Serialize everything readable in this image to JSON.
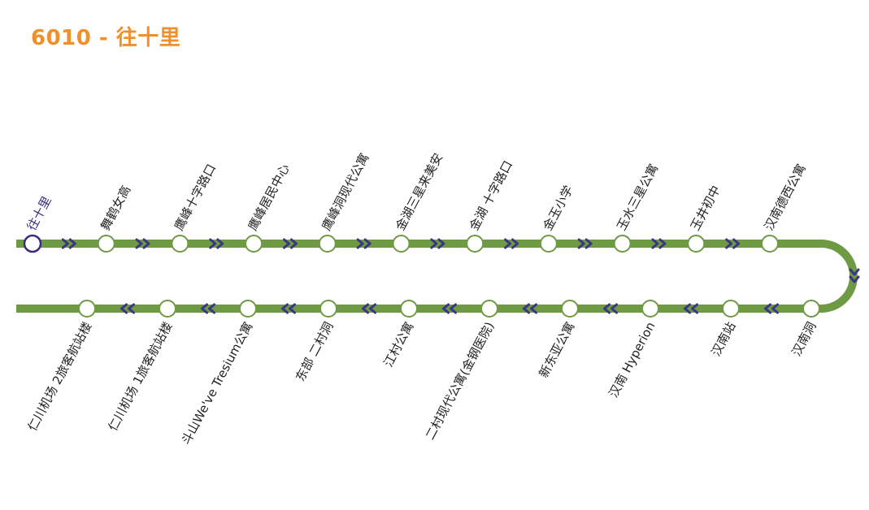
{
  "title": "6010 - 往十里",
  "colors": {
    "title": "#f0902c",
    "line": "#6e9a43",
    "arrow": "#3c3585",
    "current_stop": "#3a2a80",
    "stop_fill": "#ffffff"
  },
  "icons": {
    "direction_arrow": "double-chevron-icon",
    "stop": "circle-icon"
  },
  "current_stop": "往十里",
  "stops_outbound": [
    "往十里",
    "舞鹤女高",
    "鹰峰十字路口",
    "鹰峰居民中心",
    "鹰峰洞现代公寓",
    "金湖三星来美安",
    "金湖 十字路口",
    "金玉小学",
    "玉水三星公寓",
    "玉井初中",
    "汉南德西公寓"
  ],
  "stops_return": [
    "汉南洞",
    "汉南站",
    "汉南 Hyperion",
    "新东亚公寓",
    "二村现代公寓(金钢医院)",
    "江村公寓",
    "东部 二村洞",
    "斗山We've Tresium公寓",
    "仁川机场 1旅客航站楼",
    "仁川机场 2旅客航站楼"
  ]
}
